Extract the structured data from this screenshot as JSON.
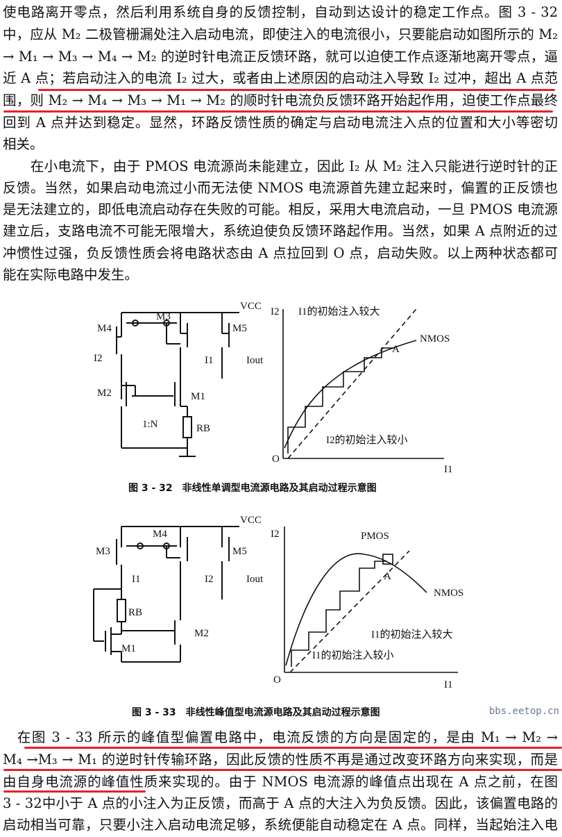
{
  "para1": [
    "使电路离开零点，然后利用系统自身的反馈控制，自动到达设计的稳定工作点。图 3 - 32",
    "中，应从 M₂ 二极管栅漏处注入启动电流，即使注入的电流很小，只要能启动如图所示的 M₂",
    "→ M₁ → M₃ → M₄ → M₂ 的逆时针电流正反馈环路，就可以迫使工作点逐渐地离开零点，逼",
    "近 A 点；若启动注入的电流 I₂ 过大，或者由上述原因的启动注入导致 I₂ 过冲，超出 A 点范",
    "围，则 M₂ → M₄ → M₃ → M₁ → M₂ 的顺时针电流负反馈环路开始起作用，迫使工作点最终",
    "回到 A 点并达到稳定。显然，环路反馈性质的确定与启动电流注入点的位置和大小等密切",
    "相关。"
  ],
  "para2": [
    "　　在小电流下，由于 PMOS 电流源尚未能建立，因此 I₂ 从 M₂ 注入只能进行逆时针的正",
    "反馈。当然，如果启动电流过小而无法使 NMOS 电流源首先建立起来时，偏置的正反馈也",
    "是无法建立的，即低电流启动存在失败的可能。相反，采用大电流启动，一旦 PMOS 电流源",
    "建立后，支路电流不可能无限增大，系统迫使负反馈环路起作用。当然，如果 A 点附近的过",
    "冲惯性过强，负反馈性质会将电路状态由 A 点拉回到 O 点，启动失败。以上两种状态都可",
    "能在实际电路中发生。"
  ],
  "fig1": {
    "caption": "图 3 - 32　非线性单调型电流源电路及其启动过程示意图",
    "circuit": {
      "vcc": "VCC",
      "m1": "M1",
      "m2": "M2",
      "m3": "M3",
      "m4": "M4",
      "m5": "M5",
      "i1": "I1",
      "i2": "I2",
      "iout": "Iout",
      "ratio": "1:N",
      "rb": "RB"
    },
    "graph": {
      "ylabel": "I2",
      "xlabel": "I1",
      "origin": "O",
      "point": "A",
      "curve": "NMOS",
      "note_large": "I1的初始注入较大",
      "note_small": "I2的初始注入较小"
    }
  },
  "fig2": {
    "caption": "图 3 - 33　非线性峰值型电流源电路及其启动过程示意图",
    "circuit": {
      "vcc": "VCC",
      "m1": "M1",
      "m2": "M2",
      "m3": "M3",
      "m4": "M4",
      "m5": "M5",
      "i1": "I1",
      "i2": "I2",
      "iout": "Iout",
      "rb": "RB"
    },
    "graph": {
      "ylabel": "I2",
      "xlabel": "I1",
      "origin": "O",
      "point": "A",
      "curve_p": "PMOS",
      "curve_n": "NMOS",
      "note_large": "I1的初始注入较大",
      "note_small": "I1的初始注入较小"
    }
  },
  "para3": [
    "　在图 3 - 33 所示的峰值型偏置电路中，电流反馈的方向是固定的，是由 M₁ → M₂ →",
    "M₄ →M₃ → M₁ 的逆时针传输环路，因此反馈的性质不再是通过改变环路方向来实现，而是",
    "由自身电流源的峰值性质来实现的。由于 NMOS 电流源的峰值点出现在 A 点之前，在图",
    "3 - 32中小于 A 点的小注入为正反馈，而高于 A 点的大注入为负反馈。因此，该偏置电路的",
    "启动相当可靠，只要小注入启动电流足够，系统便能自动稳定在 A 点。同样，当起始注入电"
  ],
  "watermark": "bbs.eetop.cn"
}
